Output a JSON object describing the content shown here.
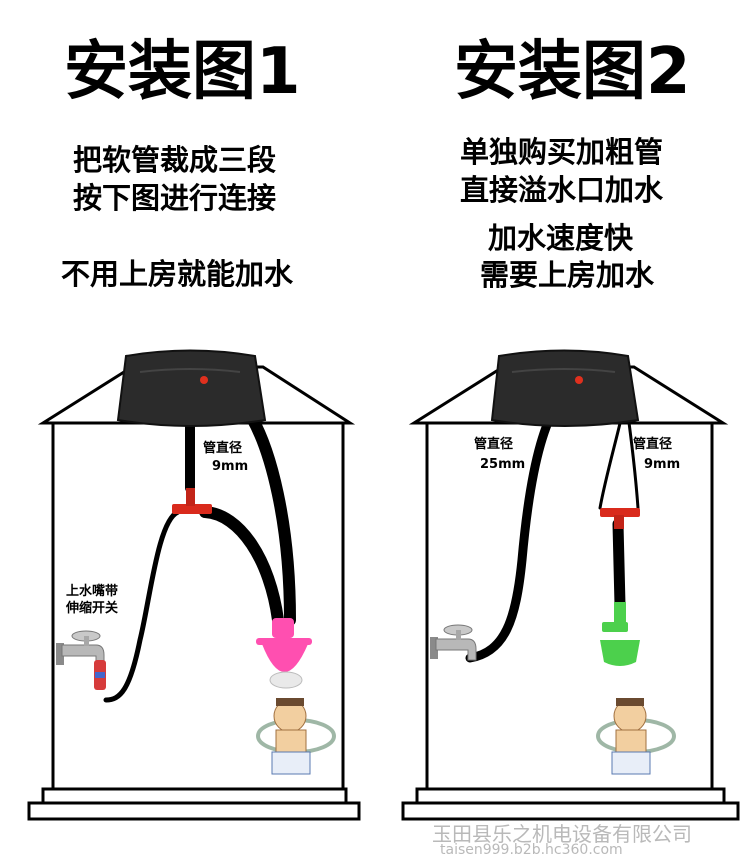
{
  "panels": {
    "left": {
      "title": "安装图1",
      "instructions": [
        "把软管裁成三段",
        "按下图进行连接"
      ],
      "note": "不用上房就能加水",
      "pipe_label_line1": "管直径",
      "pipe_label_line2": "9mm",
      "faucet_label_line1": "上水嘴带",
      "faucet_label_line2": "伸缩开关"
    },
    "right": {
      "title": "安装图2",
      "instructions": [
        "单独购买加粗管",
        "直接溢水口加水"
      ],
      "notes": [
        "加水速度快",
        "需要上房加水"
      ],
      "thick_pipe_line1": "管直径",
      "thick_pipe_line2": "25mm",
      "thin_pipe_line1": "管直径",
      "thin_pipe_line2": "9mm"
    }
  },
  "watermark": {
    "company": "玉田县乐之机电设备有限公司",
    "url": "taisen999.b2b.hc360.com"
  },
  "colors": {
    "hose": "#000000",
    "bag": "#2b2b2b",
    "bag_valve": "#e0301e",
    "tee_red": "#d92a1c",
    "shower_head_pink": "#ff4fb0",
    "shower_head_green": "#4cd04c",
    "faucet_chrome": "#b8b8b8",
    "watermark": "#b9b9b9"
  },
  "icons": [
    "water-bag-icon",
    "tee-connector-icon",
    "faucet-icon",
    "shower-head-icon",
    "showering-person-icon"
  ]
}
